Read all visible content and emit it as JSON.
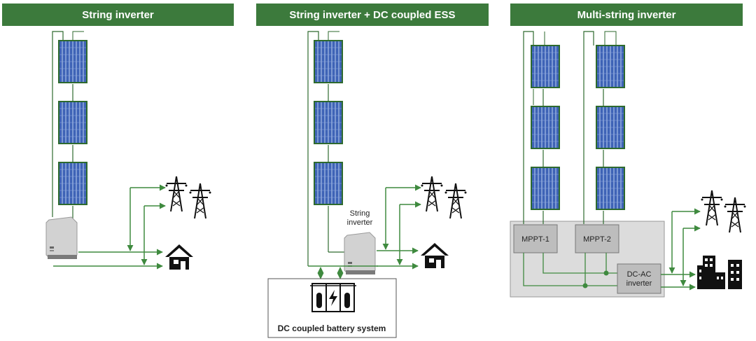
{
  "headers": {
    "string_inverter": "String inverter",
    "string_inverter_ess": "String inverter + DC coupled ESS",
    "multi_string": "Multi-string inverter"
  },
  "labels": {
    "string_inverter_1": "String",
    "string_inverter_2": "inverter",
    "battery_system": "DC coupled battery system",
    "mppt1": "MPPT-1",
    "mppt2": "MPPT-2",
    "dcac_1": "DC-AC",
    "dcac_2": "inverter"
  },
  "colors": {
    "header_green": "#3c7a3c",
    "wire_green": "#3f8a3f",
    "panel_blue": "#3e63b6",
    "panel_frame": "#2e6a2e",
    "box_grey": "#dcdcdc"
  }
}
